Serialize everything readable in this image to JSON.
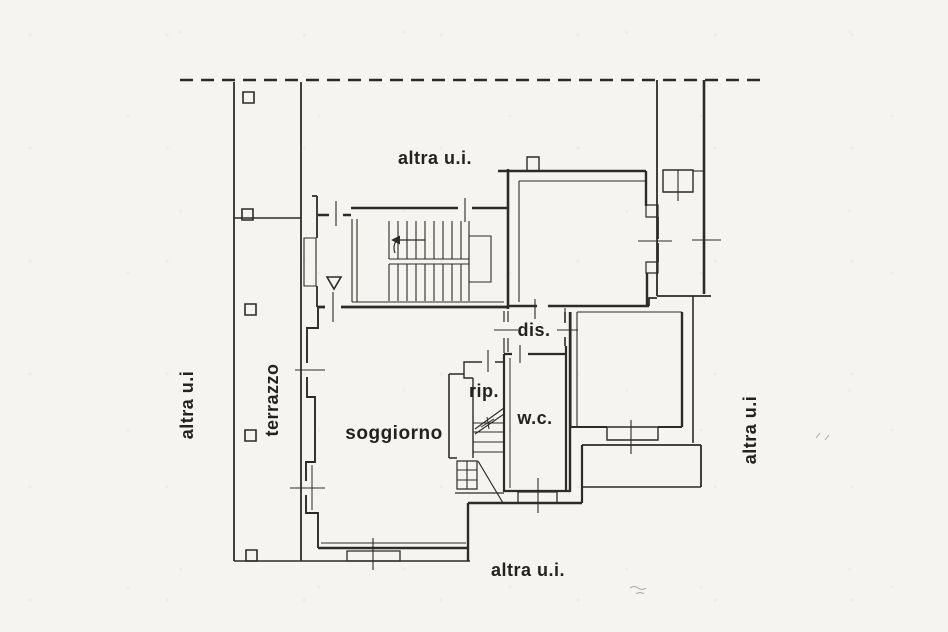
{
  "page": {
    "background_color": "#f5f4f0",
    "ink_color": "#2b2b27"
  },
  "plan": {
    "labels": {
      "altra_ui_top": "altra u.i.",
      "altra_ui_left": "altra u.i",
      "altra_ui_right": "altra u.i",
      "altra_ui_bottom": "altra u.i.",
      "terrazzo": "terrazzo",
      "soggiorno": "soggiorno",
      "rip": "rip.",
      "wc": "w.c.",
      "dis": "dis."
    },
    "symbols": {
      "property_boundary": "dashed-line",
      "entrance_marker": "triangle-down",
      "main_stair_direction": "arrow-left",
      "window_markers": "tick-cross",
      "terrace_pillars": "small-squares"
    }
  }
}
